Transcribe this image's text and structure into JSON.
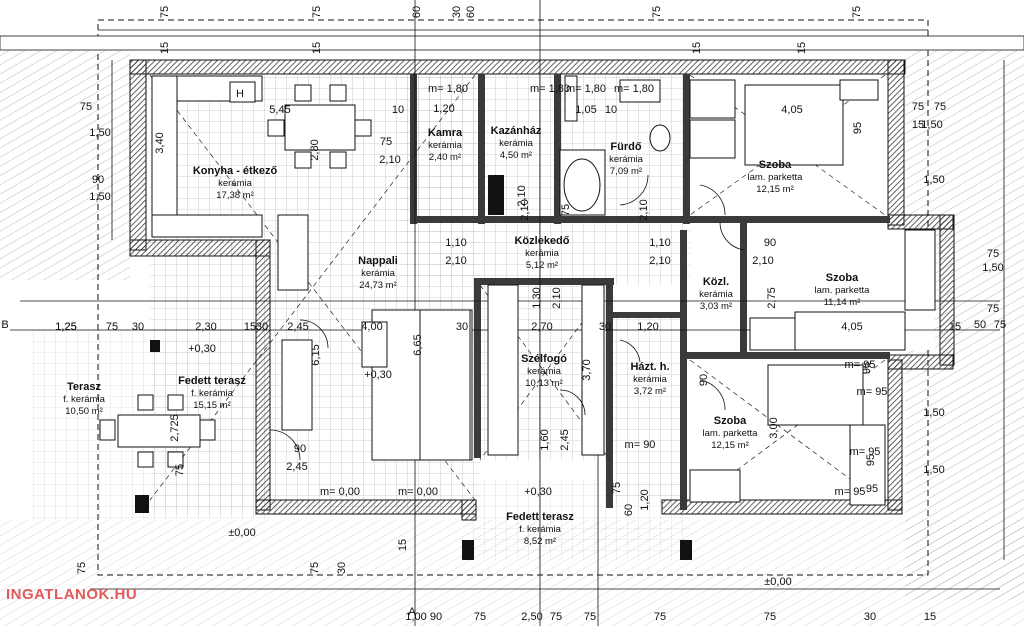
{
  "rooms": [
    {
      "name": "Konyha - étkező",
      "floor": "kerámia",
      "area": "17,38 m²"
    },
    {
      "name": "Kamra",
      "floor": "kerámia",
      "area": "2,40 m²"
    },
    {
      "name": "Kazánház",
      "floor": "kerámia",
      "area": "4,50 m²"
    },
    {
      "name": "Fürdő",
      "floor": "kerámia",
      "area": "7,09 m²"
    },
    {
      "name": "Szoba",
      "floor": "lam. parketta",
      "area": "12,15 m²"
    },
    {
      "name": "Nappali",
      "floor": "kerámia",
      "area": "24,73 m²"
    },
    {
      "name": "Közlekedő",
      "floor": "kerámia",
      "area": "5,12 m²"
    },
    {
      "name": "Közl.",
      "floor": "kerámia",
      "area": "3,03 m²"
    },
    {
      "name": "Szoba",
      "floor": "lam. parketta",
      "area": "11,14 m²"
    },
    {
      "name": "Szélfogó",
      "floor": "kerámia",
      "area": "10,13 m²"
    },
    {
      "name": "Házt. h.",
      "floor": "kerámia",
      "area": "3,72 m²"
    },
    {
      "name": "Szoba",
      "floor": "lam. parketta",
      "area": "12,15 m²"
    },
    {
      "name": "Terasz",
      "floor": "f. kerámia",
      "area": "10,50 m²"
    },
    {
      "name": "Fedett terasz",
      "floor": "f. kerámia",
      "area": "15,15 m²"
    },
    {
      "name": "Fedett terasz",
      "floor": "f. kerámia",
      "area": "8,52 m²"
    }
  ],
  "dimensions": {
    "top": [
      "75",
      "15",
      "75",
      "15",
      "60",
      "30",
      "60",
      "75",
      "15",
      "15",
      "75"
    ],
    "row_right": [
      "75",
      "15",
      "75",
      "1,50",
      "1,50",
      "75",
      "1,50",
      "75",
      "50",
      "75",
      "1,50",
      "1,50"
    ],
    "left": [
      "75",
      "1,50",
      "90",
      "1,50",
      "1,25"
    ],
    "horizontal": [
      "1,25",
      "75",
      "30",
      "2,30",
      "15",
      "30",
      "2,45",
      "4,00",
      "30",
      "2,70",
      "30",
      "1,20",
      "4,05",
      "15"
    ],
    "inner": [
      "5,45",
      "2,80",
      "10",
      "1,20",
      "1,05",
      "10",
      "4,05",
      "95",
      "75",
      "2,10",
      "2,10",
      "75",
      "2,10",
      "2,10",
      "1,10",
      "2,10",
      "1,10",
      "2,10",
      "90",
      "2,10",
      "1,30",
      "2,10",
      "2,75",
      "3,00",
      "6,15",
      "6,65",
      "3,70",
      "2,45",
      "1,60",
      "90",
      "2,45",
      "2,725",
      "3,40",
      "75",
      "90",
      "75",
      "95",
      "95",
      "95",
      "1,20",
      "60"
    ],
    "bottom": [
      "75",
      "75",
      "30",
      "15",
      "1,00",
      "90",
      "75",
      "2,50",
      "75",
      "75",
      "75",
      "75",
      "30",
      "15"
    ]
  },
  "levels": [
    "m= 1,80",
    "m= 1,80",
    "m= 1,80",
    "m= 1,80",
    "m= 90",
    "m= 0,00",
    "m= 0,00",
    "m= 95",
    "m= 95",
    "m= 95",
    "m= 95",
    "+0,30",
    "+0,30",
    "+0,30",
    "±0,00",
    "±0,00"
  ],
  "section_marks": [
    "B",
    "A"
  ],
  "fixtures": [
    "H"
  ],
  "watermark": "INGATLANOK.HU",
  "colors": {
    "wall": "#3a3a3a",
    "grid": "#9c9c9c",
    "line": "#111111",
    "watermark": "#e05a5a"
  }
}
